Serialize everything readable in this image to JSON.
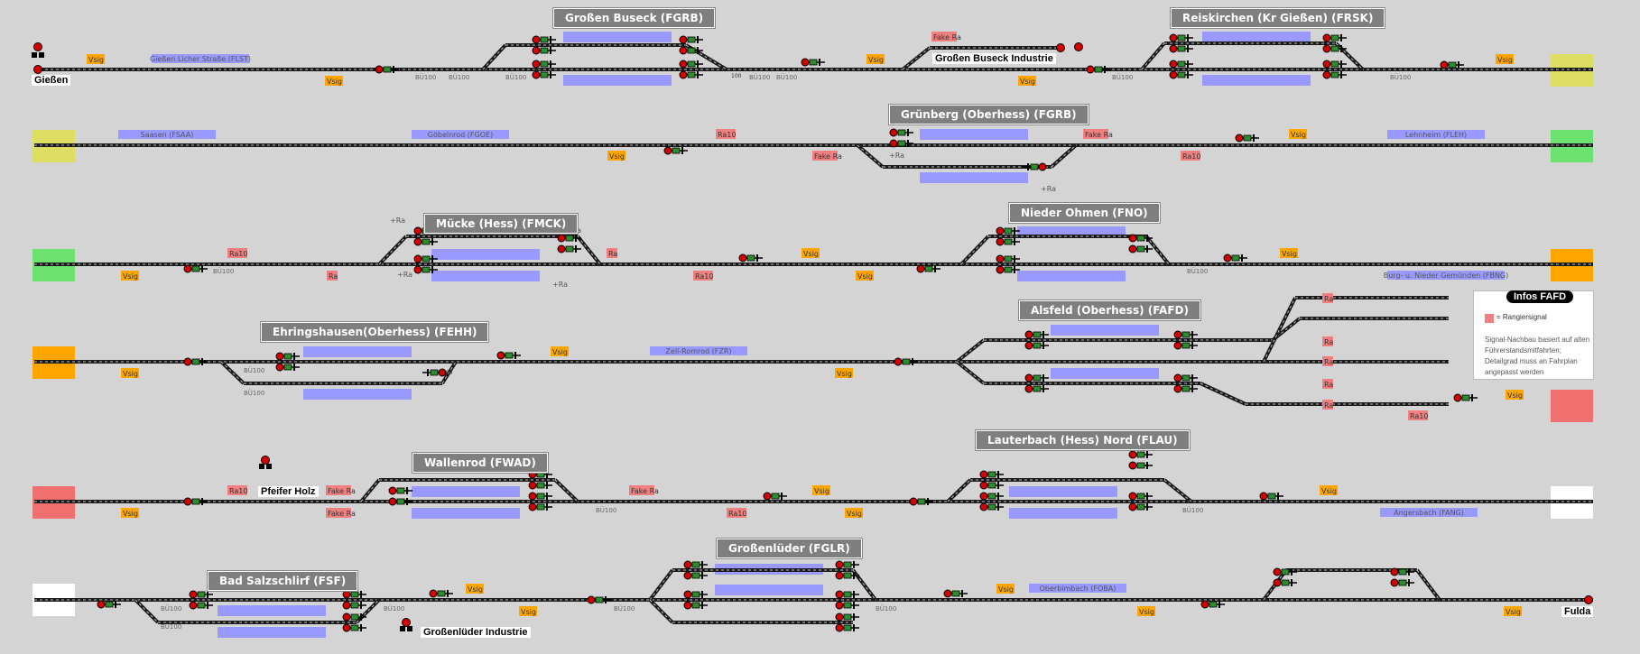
{
  "stations": [
    {
      "label": "Großen Buseck (FGRB)"
    },
    {
      "label": "Reiskirchen (Kr Gießen) (FRSK)"
    },
    {
      "label": "Grünberg (Oberhess) (FGRB)"
    },
    {
      "label": "Mücke (Hess) (FMCK)"
    },
    {
      "label": "Nieder Ohmen (FNO)"
    },
    {
      "label": "Ehringshausen(Oberhess) (FEHH)"
    },
    {
      "label": "Alsfeld (Oberhess) (FAFD)"
    },
    {
      "label": "Wallenrod (FWAD)"
    },
    {
      "label": "Lauterbach (Hess) Nord (FLAU)"
    },
    {
      "label": "Großenlüder (FGLR)"
    },
    {
      "label": "Bad Salzschlirf (FSF)"
    }
  ],
  "end_labels": {
    "giessen": "Gießen",
    "buseck_industrie": "Großen Buseck Industrie",
    "pfeifer_holz": "Pfeifer Holz",
    "grossenlueder_industrie": "Großenlüder Industrie",
    "fulda": "Fulda"
  },
  "halt_labels": [
    "Gießen Licher Straße (FLST)",
    "Saasen (FSAA)",
    "Göbelnrod (FGOE)",
    "Lehnheim (FLEH)",
    "Burg- u. Nieder Gemünden (FBNG)",
    "Zell-Romrod (FZR)",
    "Angersbach (FANG)",
    "Oberbimbach (FOBA)"
  ],
  "signal_texts": {
    "vsig": "Vsig",
    "fake_ra": "Fake Ra",
    "ra10": "Ra10",
    "ra": "Ra",
    "plus_ra": "+Ra",
    "speed": "100",
    "bu": "BÜ",
    "bu_speed": "BÜ100"
  },
  "legend": {
    "title": "Infos FAFD",
    "swatch_text": "= Rangiersignal",
    "note": "Signal-Nachbau basiert auf alten Führerstandsmitfahrten; Detailgrad muss an Fahrplan angepasst werden"
  },
  "colors": {
    "background": "#d4d4d4",
    "track": "#1a1a1a",
    "platform": "#9999ff",
    "vsig": "#ffa500",
    "rangier": "#f08080",
    "signal_red": "#d40000",
    "signal_green": "#2e8b2e",
    "zone_yellow": "#dede62",
    "zone_green": "#6ee26e",
    "zone_orange": "#ffa500",
    "zone_red": "#f07070",
    "zone_white": "#ffffff"
  }
}
